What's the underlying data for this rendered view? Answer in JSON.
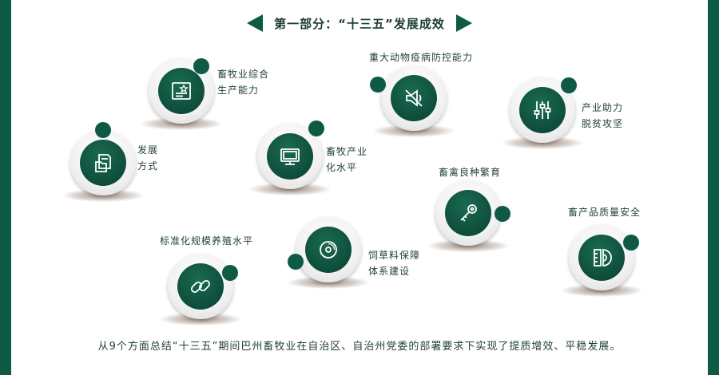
{
  "section_title": "第一部分：“十三五”发展成效",
  "items": [
    {
      "lines": [
        "畜牧业综合",
        "生产能力"
      ],
      "icon": "certificate-star-icon"
    },
    {
      "lines": [
        "重大动物疫病防控能力"
      ],
      "icon": "loudspeaker-icon"
    },
    {
      "lines": [
        "产业助力",
        "脱贫攻坚"
      ],
      "icon": "sliders-icon"
    },
    {
      "lines": [
        "发展",
        "方式"
      ],
      "icon": "folder-document-icon"
    },
    {
      "lines": [
        "畜牧产业",
        "化水平"
      ],
      "icon": "monitor-icon"
    },
    {
      "lines": [
        "畜禽良种繁育"
      ],
      "icon": "key-icon"
    },
    {
      "lines": [
        "畜产品质量安全"
      ],
      "icon": "ruler-protractor-icon"
    },
    {
      "lines": [
        "标准化规模养殖水平"
      ],
      "icon": "chain-link-icon"
    },
    {
      "lines": [
        "饲草料保障",
        "体系建设"
      ],
      "icon": "disc-icon"
    }
  ],
  "footer_text": "从9个方面总结“十三五”期间巴州畜牧业在自治区、自治州党委的部署要求下实现了提质增效、平稳发展。",
  "colors": {
    "accent": "#0f5a45",
    "text": "#1f3f35"
  }
}
